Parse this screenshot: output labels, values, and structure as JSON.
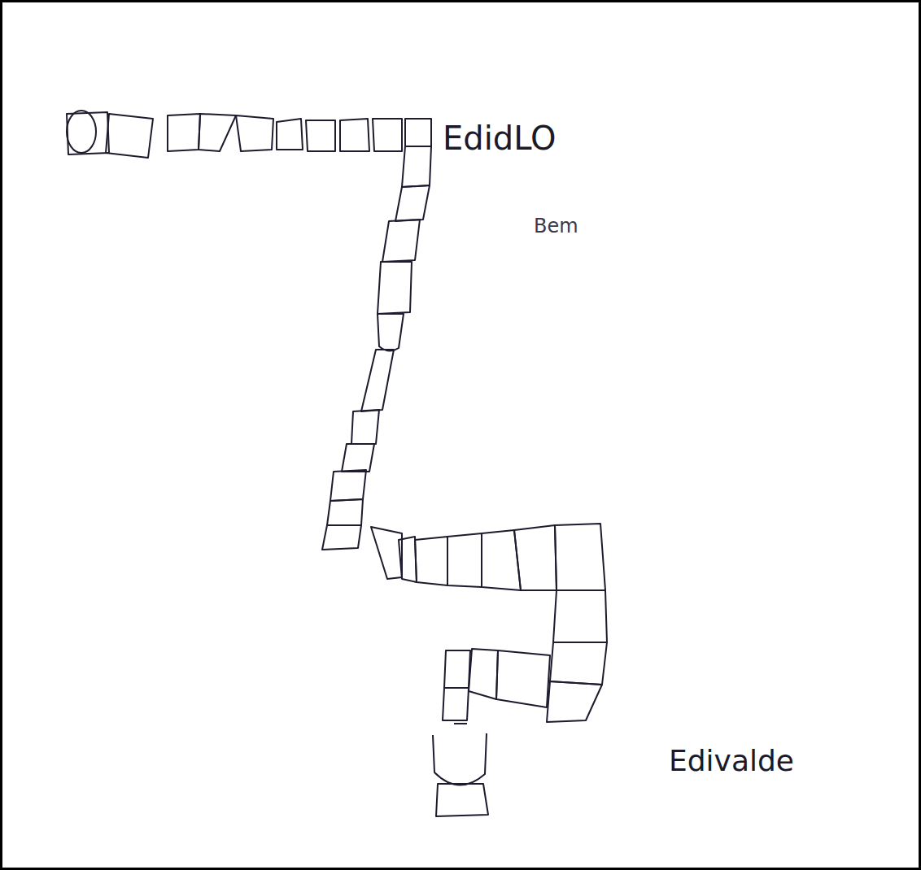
{
  "diagram": {
    "labels": [
      "EdidLO",
      "Bem",
      "Edivalde"
    ]
  }
}
